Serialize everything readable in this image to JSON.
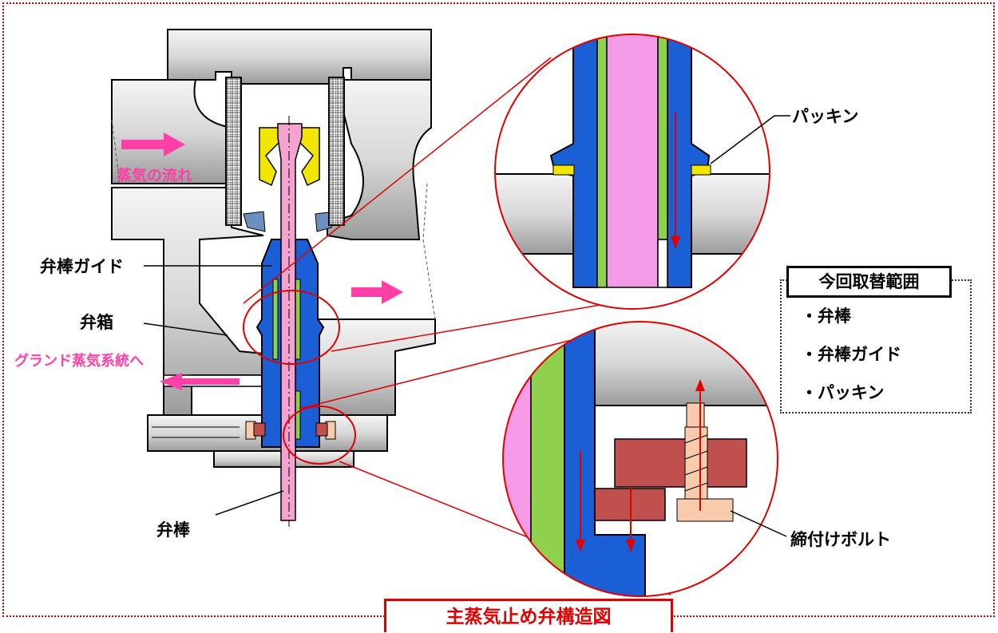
{
  "title": "主蒸気止め弁構造図",
  "legend": {
    "title": "今回取替範囲",
    "items": [
      "・弁棒",
      "・弁棒ガイド",
      "・パッキン"
    ]
  },
  "labels": {
    "steam_flow": "蒸気の流れ",
    "valve_guide": "弁棒ガイド",
    "valve_box": "弁箱",
    "gland": "グランド蒸気系統へ",
    "valve_stem": "弁棒",
    "packing": "パッキン",
    "bolt": "締付けボルト"
  },
  "colors": {
    "accent_red": "#e00000",
    "flow_pink": "#ff3fa8",
    "guide_blue": "#1b5fd6",
    "stem_pink": "#f4a3d0",
    "packing_green": "#8fd14f",
    "packing_yellow": "#f2e600",
    "bolt_brown": "#c0504d",
    "bolt_tan": "#f8cbad"
  }
}
